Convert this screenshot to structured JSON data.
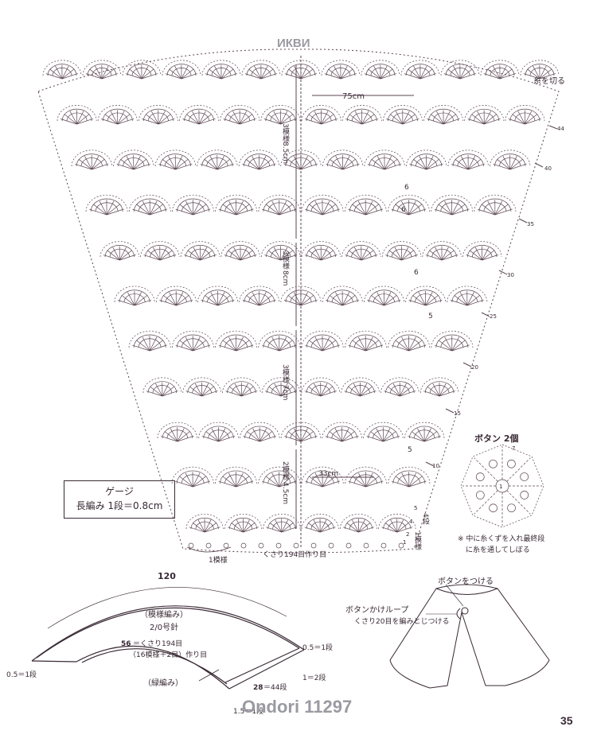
{
  "watermark_top": "ИКВИ",
  "watermark_bottom": "Ondori 11297",
  "page_number": "35",
  "cut_yarn": "糸を切る",
  "chart_width_top": "75cm",
  "chart_width_bottom": "33cm",
  "row_numbers": [
    "44",
    "40",
    "35",
    "30",
    "25",
    "20",
    "15",
    "10",
    "5",
    "4",
    "2",
    "1"
  ],
  "left_side_numbers": [
    "6",
    "6",
    "6",
    "5",
    "5"
  ],
  "sections": [
    {
      "label": "3模様",
      "size": "8.5cm"
    },
    {
      "label": "3模様",
      "size": "8cm"
    },
    {
      "label": "3模様",
      "size": "7cm"
    },
    {
      "label": "2模様",
      "size": "4.5cm"
    }
  ],
  "base_rows": "4段",
  "one_pattern": "1模様",
  "side_1_pattern": "1模様",
  "foundation": "くさり194目作り目",
  "gauge": {
    "title": "ゲージ",
    "value": "長編み 1段＝0.8cm"
  },
  "button": {
    "title": "ボタン 2個",
    "note_line1": "※ 中に糸くずを入れ最終段",
    "note_line2": "に糸を通してしぼる",
    "rounds": [
      "7",
      "1"
    ]
  },
  "schematic": {
    "top_width": "120",
    "pattern_name": "（模様編み）",
    "hook": "2/0号針",
    "foundation_line1_num": "56",
    "foundation_line1": "＝くさり194目",
    "foundation_line2": "（16模様＋2目）作り目",
    "edging": "（緑編み）",
    "right_edge": "0.5＝1段",
    "left_edge": "0.5＝1段",
    "rows_num": "28",
    "rows": "＝44段",
    "side_rows": "1＝2段",
    "bottom_rows": "1.5＝1段"
  },
  "cape": {
    "attach_button": "ボタンをつける",
    "loop_title": "ボタンかけループ",
    "loop_desc": "くさり20目を編みとじつける"
  }
}
